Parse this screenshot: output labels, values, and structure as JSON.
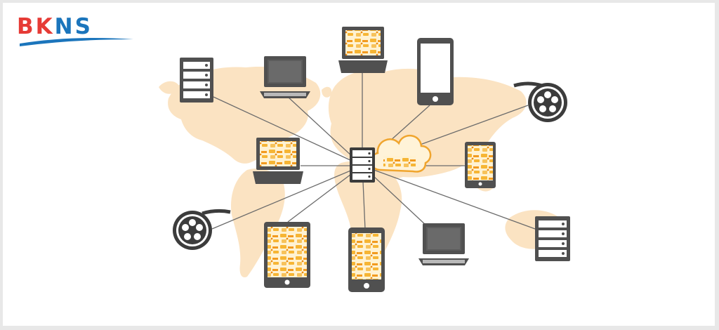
{
  "logo": {
    "text_red": "BK",
    "text_blue": "NS",
    "color_red": "#e63b36",
    "color_blue": "#1b75bc"
  },
  "colors": {
    "map": "#fbe3c2",
    "device_body": "#505050",
    "device_dark": "#3c3c3c",
    "screen_dark": "#5c5c5c",
    "screen_orange": "#f6b534",
    "connector_line": "#6b6b6b",
    "cloud_stroke": "#f0a52e"
  },
  "diagram": {
    "hub": "server-rack",
    "cloud": "cloud-icon",
    "nodes": [
      "server-rack",
      "desktop-monitor",
      "laptop",
      "smartphone",
      "film-reel",
      "laptop",
      "tablet",
      "film-reel",
      "tablet",
      "smartphone",
      "desktop-monitor",
      "server-rack"
    ]
  }
}
